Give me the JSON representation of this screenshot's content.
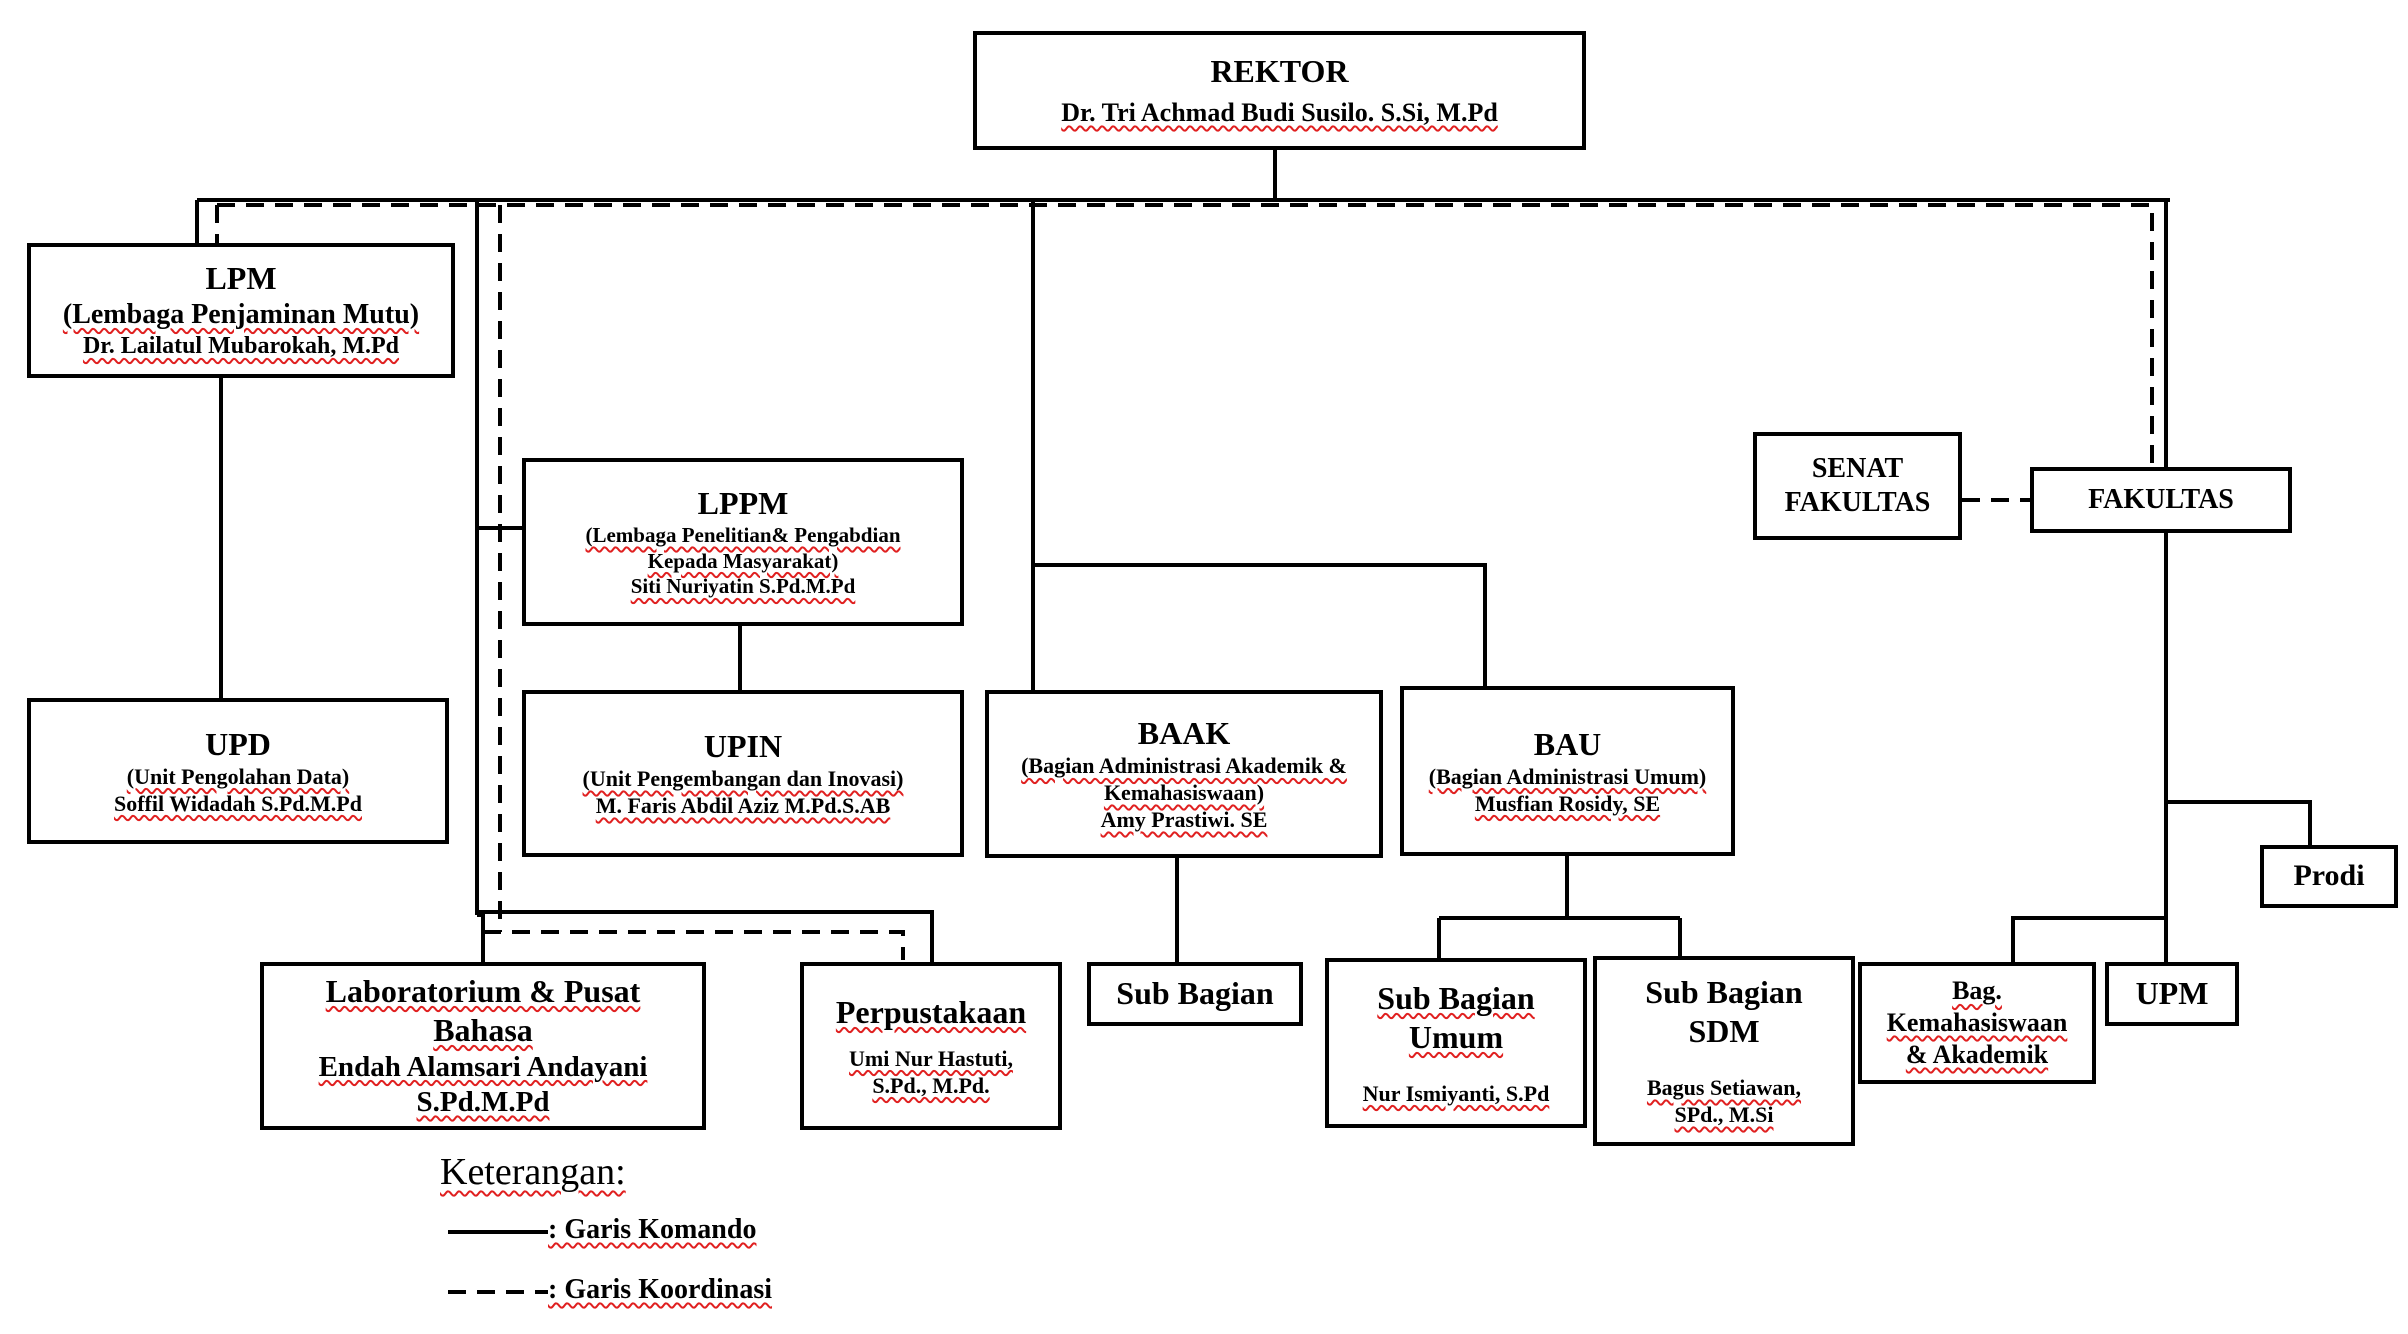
{
  "rektor": {
    "title": "REKTOR",
    "name": "Dr. Tri Achmad Budi Susilo. S.Si, M.Pd"
  },
  "lpm": {
    "title": "LPM",
    "subtitle": "(Lembaga Penjaminan Mutu)",
    "name": "Dr. Lailatul Mubarokah, M.Pd"
  },
  "upd": {
    "title": "UPD",
    "subtitle": "(Unit Pengolahan Data)",
    "name": "Soffil Widadah S.Pd.M.Pd"
  },
  "lppm": {
    "title": "LPPM",
    "subtitle": "(Lembaga Penelitian& Pengabdian Kepada Masyarakat)",
    "name": "Siti Nuriyatin S.Pd.M.Pd"
  },
  "upin": {
    "title": "UPIN",
    "subtitle": "(Unit Pengembangan dan Inovasi)",
    "name": "M. Faris Abdil Aziz M.Pd.S.AB"
  },
  "baak": {
    "title": "BAAK",
    "subtitle": "(Bagian Administrasi Akademik & Kemahasiswaan)",
    "name": "Amy Prastiwi. SE"
  },
  "bau": {
    "title": "BAU",
    "subtitle": "(Bagian Administrasi Umum)",
    "name": "Musfian Rosidy, SE"
  },
  "senat": {
    "line1": "SENAT",
    "line2": "FAKULTAS"
  },
  "fakultas": {
    "title": "FAKULTAS"
  },
  "prodi": {
    "title": "Prodi"
  },
  "lab": {
    "title": "Laboratorium & Pusat Bahasa",
    "name": "Endah Alamsari Andayani S.Pd.M.Pd"
  },
  "perpus": {
    "title": "Perpustakaan",
    "name": "Umi Nur Hastuti, S.Pd., M.Pd."
  },
  "sub_bagian": {
    "title": "Sub Bagian"
  },
  "sub_umum": {
    "title": "Sub Bagian Umum",
    "name": "Nur Ismiyanti, S.Pd"
  },
  "sub_sdm": {
    "title": "Sub Bagian SDM",
    "name": "Bagus Setiawan, SPd., M.Si"
  },
  "bag_kem": {
    "title": "Bag. Kemahasiswaan & Akademik"
  },
  "upm": {
    "title": "UPM"
  },
  "legend": {
    "title": "Keterangan:",
    "command": ": Garis Komando",
    "coordination": ": Garis Koordinasi"
  }
}
